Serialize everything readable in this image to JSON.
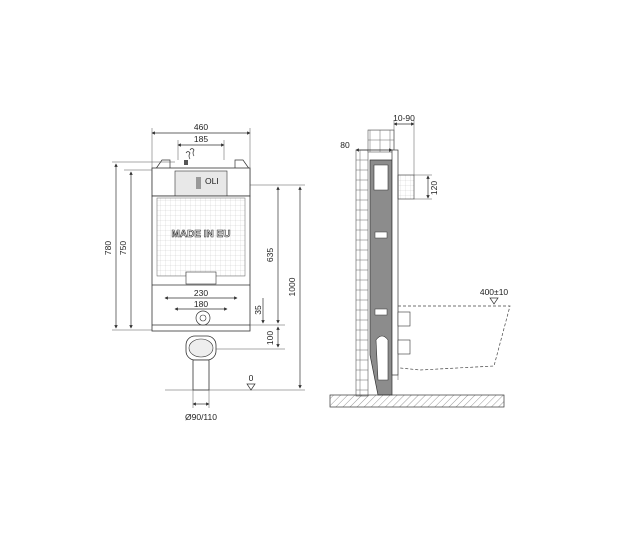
{
  "front_view": {
    "dims": {
      "width_outer": "460",
      "width_inner": "185",
      "height_780": "780",
      "height_750": "750",
      "height_635": "635",
      "height_1000": "1000",
      "width_230": "230",
      "width_180": "180",
      "dim_35": "35",
      "dim_100": "100",
      "level_0": "0",
      "pipe_diameter": "Ø90/110"
    },
    "made_in": "MADE IN EU",
    "logo": "OLI"
  },
  "side_view": {
    "dims": {
      "dim_10_90": "10-90",
      "dim_80": "80",
      "dim_120": "120",
      "dim_400": "400±10"
    }
  },
  "colors": {
    "frame_gray": "#8c8c8c",
    "line": "#333333"
  }
}
